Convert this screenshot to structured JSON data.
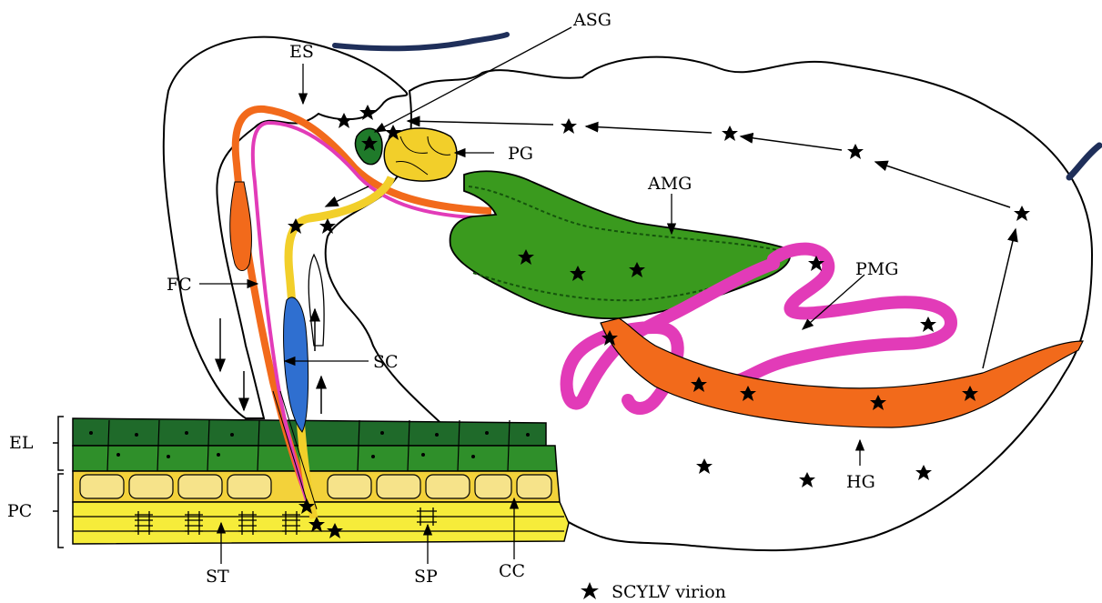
{
  "labels": {
    "asg": "ASG",
    "es": "ES",
    "pg": "PG",
    "amg": "AMG",
    "pmg": "PMG",
    "fc": "FC",
    "sc": "SC",
    "hg": "HG",
    "el": "EL",
    "pc": "PC",
    "st": "ST",
    "sp": "SP",
    "cc": "CC"
  },
  "legend": {
    "virion_label": "SCYLV virion"
  },
  "colors": {
    "outline": "#000000",
    "antenna": "#1f2f5a",
    "foregut_orange": "#f26a1b",
    "salivary_pink": "#e23bb8",
    "salivary_yellow": "#f2cf2a",
    "stylet_blue": "#2f6fd0",
    "midgut_green": "#3a9a1e",
    "midgut_dark": "#1f6d12",
    "epidermis_dark": "#1f6a2a",
    "epidermis_light": "#2f8f2a",
    "parenchyma_yellow": "#f3d23a",
    "parenchyma_light": "#f6ec3a",
    "virion": "#000000"
  }
}
